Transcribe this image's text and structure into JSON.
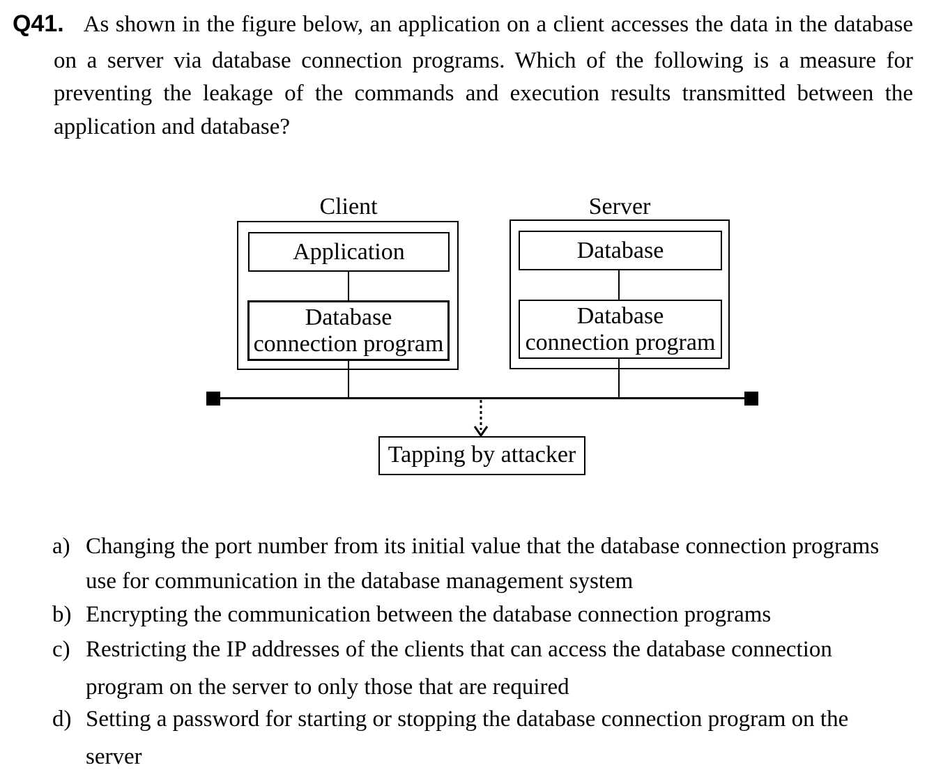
{
  "question": {
    "number": "Q41.",
    "lines": [
      "As shown in the figure below, an application on a client accesses the data in the database",
      "on a server via database connection programs. Which of the following is a measure for",
      "preventing the leakage of the commands and execution results transmitted between the",
      "application and database?"
    ]
  },
  "diagram": {
    "client": {
      "title": "Client",
      "application": "Application",
      "connection_program": [
        "Database",
        "connection program"
      ]
    },
    "server": {
      "title": "Server",
      "database": "Database",
      "connection_program": [
        "Database",
        "connection program"
      ]
    },
    "attacker_label": "Tapping by attacker"
  },
  "options": [
    {
      "letter": "a)",
      "lines": [
        "Changing the port number from its initial value that the database connection programs",
        "use for communication in the database management system"
      ]
    },
    {
      "letter": "b)",
      "lines": [
        "Encrypting the communication between the database connection programs"
      ]
    },
    {
      "letter": "c)",
      "lines": [
        "Restricting the IP addresses of the clients that can access the database connection",
        "program on the server to only those that are required"
      ]
    },
    {
      "letter": "d)",
      "lines": [
        "Setting a password for starting or stopping the database connection program on the",
        "server"
      ]
    }
  ],
  "colors": {
    "background": "#ffffff",
    "ink": "#000000"
  }
}
